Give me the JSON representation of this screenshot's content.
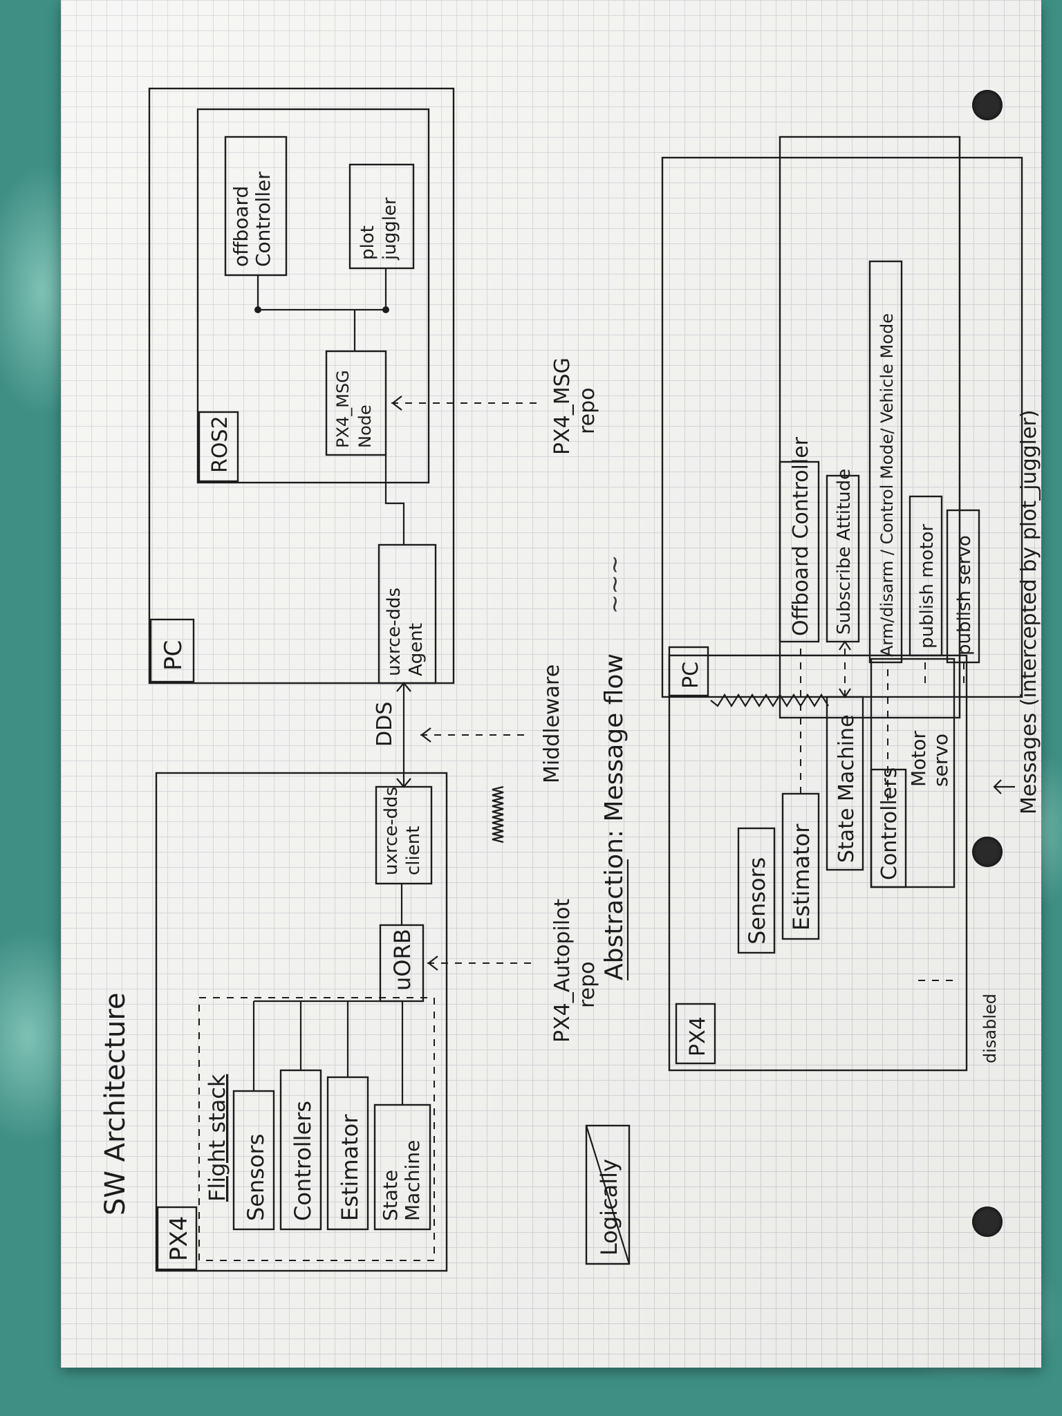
{
  "title": "SW Architecture",
  "top_diagram": {
    "px4": {
      "label": "PX4",
      "flight_stack_label": "Flight stack",
      "modules": [
        "Sensors",
        "Controllers",
        "Estimator",
        "State Machine"
      ],
      "uorb": "uORB",
      "client": "uxrce-dds client"
    },
    "pc": {
      "label": "PC",
      "agent": "uxrce-dds Agent",
      "ros2": {
        "label": "ROS2",
        "px4_msg_node": "PX4_MSG Node",
        "offboard_controller": "offboard Controller",
        "plot_juggler": "plot juggler"
      }
    },
    "dds_label": "DDS",
    "annotations": {
      "px4_repo": "PX4_Autopilot repo",
      "middleware": "Middleware",
      "px4_msg_repo": "PX4_MSG repo"
    }
  },
  "logically_label": "Logically",
  "bottom_diagram": {
    "heading": "Abstraction: Message flow",
    "px4": {
      "label": "PX4",
      "items": [
        "Sensors",
        "Estimator",
        "State Machine"
      ],
      "controllers": "Controllers",
      "motor": "Motor",
      "servo": "servo",
      "disabled": "disabled"
    },
    "pc": {
      "label": "PC",
      "offboard_controller": "Offboard Controller",
      "actions": [
        "Subscribe Attitude",
        "Arm/disarm / Control Mode/ Vehicle Mode",
        "publish motor",
        "publish servo"
      ]
    },
    "messages_note": "Messages (intercepted by plot_juggler)"
  }
}
